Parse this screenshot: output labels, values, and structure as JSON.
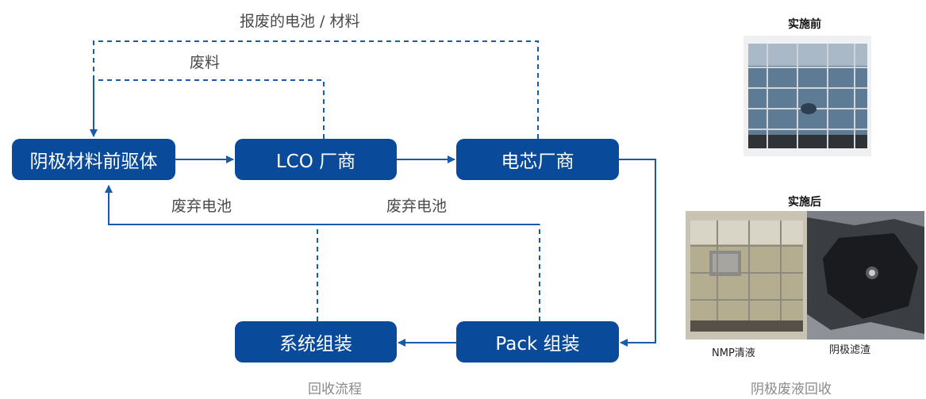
{
  "nodes": {
    "precursor": "阴极材料前驱体",
    "lco_maker": "LCO 厂商",
    "cell_maker": "电芯厂商",
    "system_assembly": "系统组装",
    "pack_assembly": "Pack 组装"
  },
  "labels": {
    "scrap_batteries_materials": "报废的电池 / 材料",
    "scrap_material": "废料",
    "waste_batteries_left": "废弃电池",
    "waste_batteries_right": "废弃电池"
  },
  "captions": {
    "recycling_process": "回收流程",
    "cathode_waste_liquid_recovery": "阴极废液回收"
  },
  "photos": {
    "before_title": "实施前",
    "after_title": "实施后",
    "nmp_label": "NMP清液",
    "filter_residue_label": "阴极滤渣"
  },
  "colors": {
    "node_fill": "#0a4a9a",
    "connector": "#1a5aa8"
  }
}
